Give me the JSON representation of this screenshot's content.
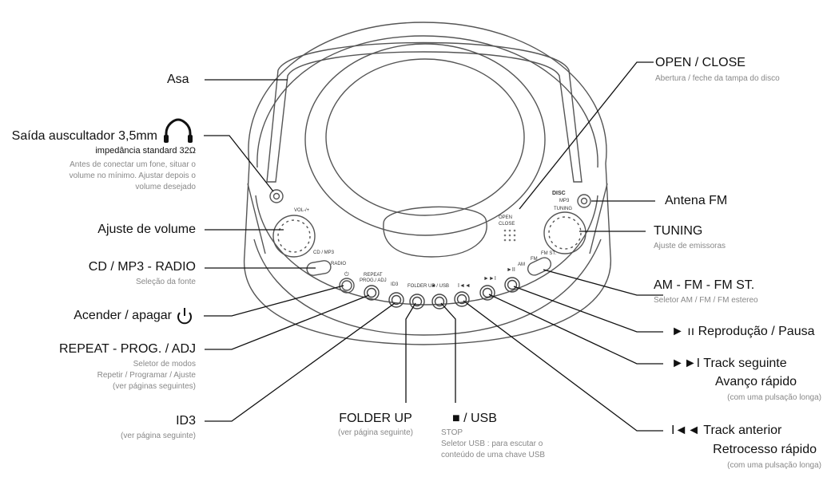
{
  "device_labels": {
    "vol": "VOL-/+",
    "cd_mp3": "CD / MP3",
    "radio": "RADIO",
    "repeat": "REPEAT",
    "prog_adj": "PROG./ ADJ",
    "folder_up": "FOLDER UP",
    "usb": "■ / USB",
    "id3": "ID3",
    "open": "OPEN",
    "close": "CLOSE",
    "tuning": "TUNING",
    "fm": "FM",
    "fm_st": "FM ST.",
    "am": "AM",
    "mp3": "MP3",
    "disc": "DISC"
  },
  "callouts": {
    "asa": "Asa",
    "headphone": {
      "title": "Saída auscultador 3,5mm",
      "sub": "impedância standard 32Ω",
      "note1": "Antes de conectar um fone, situar o",
      "note2": "volume no mínimo. Ajustar depois o",
      "note3": "volume desejado"
    },
    "volume": "Ajuste de volume",
    "source": {
      "title": "CD / MP3  -  RADIO",
      "sub": "Seleção da fonte"
    },
    "power": "Acender / apagar",
    "repeat": {
      "title": "REPEAT - PROG. / ADJ",
      "sub1": "Seletor de modos",
      "sub2": "Repetir / Programar / Ajuste",
      "sub3": "(ver páginas seguintes)"
    },
    "id3": {
      "title": "ID3",
      "sub": "(ver página seguinte)"
    },
    "folder": {
      "title": "FOLDER UP",
      "sub": "(ver página seguinte)"
    },
    "usb": {
      "title": "■ / USB",
      "sub1": "STOP",
      "sub2": "Seletor USB : para escutar o",
      "sub3": "conteúdo de uma chave USB"
    },
    "open_close": {
      "title": "OPEN / CLOSE",
      "sub": "Abertura / feche da tampa do disco"
    },
    "antenna": "Antena FM",
    "tuning": {
      "title": "TUNING",
      "sub": "Ajuste de emissoras"
    },
    "band": {
      "title": "AM - FM - FM ST.",
      "sub": "Seletor  AM / FM / FM estereo"
    },
    "play": "► ıı Reprodução  / Pausa",
    "next": {
      "title": "►►I Track seguinte",
      "title2": "Avanço rápido",
      "sub": "(com uma pulsação longa)"
    },
    "prev": {
      "title": "I◄◄ Track anterior",
      "title2": "Retrocesso rápido",
      "sub": "(com uma pulsação longa)"
    }
  }
}
